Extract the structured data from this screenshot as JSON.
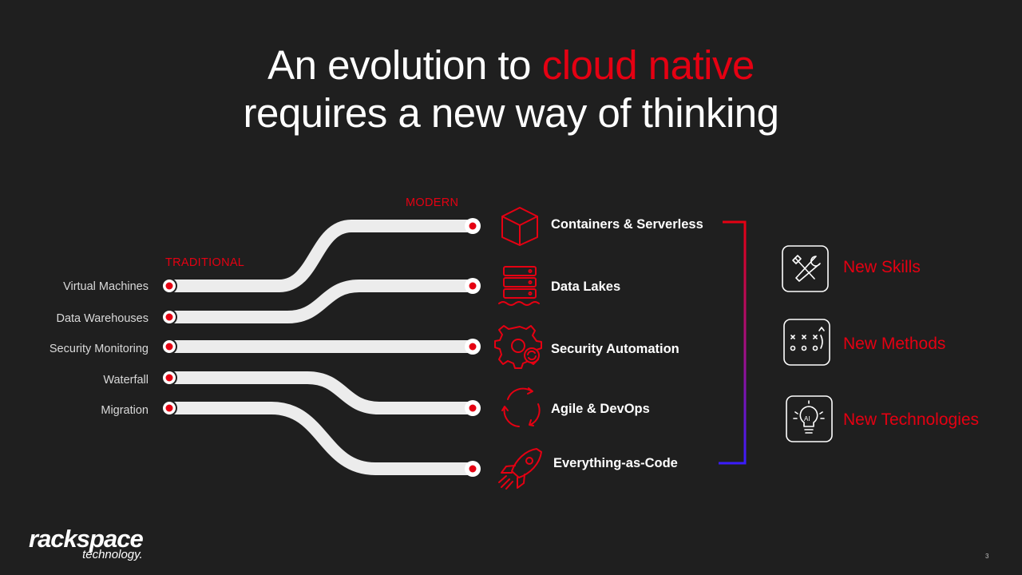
{
  "title": {
    "line1_prefix": "An evolution to ",
    "line1_accent": "cloud native",
    "line2": "requires a new way of thinking"
  },
  "labels": {
    "traditional": "TRADITIONAL",
    "modern": "MODERN"
  },
  "traditional_items": [
    "Virtual Machines",
    "Data Warehouses",
    "Security Monitoring",
    "Waterfall",
    "Migration"
  ],
  "modern_items": [
    {
      "label": "Containers & Serverless",
      "icon": "cube-icon"
    },
    {
      "label": "Data Lakes",
      "icon": "database-icon"
    },
    {
      "label": "Security Automation",
      "icon": "security-gear-icon"
    },
    {
      "label": "Agile & DevOps",
      "icon": "cycle-arrows-icon"
    },
    {
      "label": "Everything-as-Code",
      "icon": "rocket-icon"
    }
  ],
  "outcomes": [
    {
      "label": "New Skills",
      "icon": "tools-icon"
    },
    {
      "label": "New Methods",
      "icon": "playbook-icon"
    },
    {
      "label": "New Technologies",
      "icon": "lightbulb-ai-icon"
    }
  ],
  "colors": {
    "accent": "#e50012",
    "background": "#1f1f1f",
    "track": "#ececec",
    "bracket_top": "#e50012",
    "bracket_bottom": "#3a1cff"
  },
  "logo": {
    "brand": "rackspace",
    "sub": "technology."
  },
  "page_number": "3"
}
